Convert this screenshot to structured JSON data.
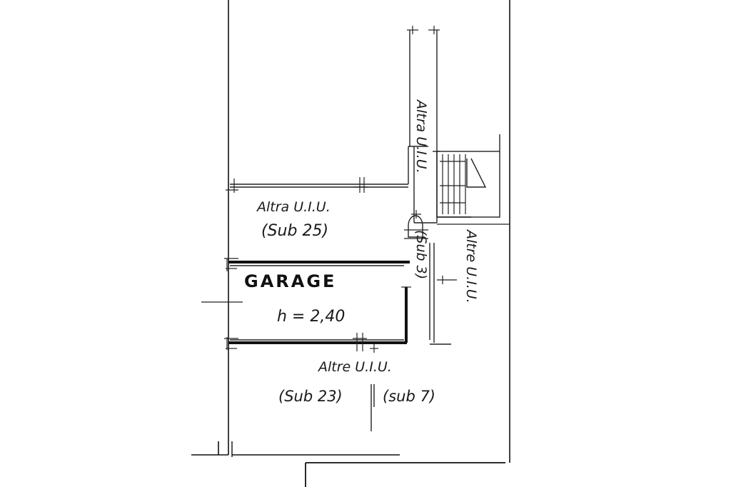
{
  "labels": {
    "top_unit": "Altra U.I.U.",
    "sub25_caption": "Altra U.I.U.",
    "sub25": "(Sub 25)",
    "garage": "GARAGE",
    "height": "h = 2,40",
    "sub3": "(Sub 3)",
    "right_unit": "Altre U.I.U.",
    "bottom_unit": "Altre U.I.U.",
    "sub23": "(Sub 23)",
    "sub7": "(sub 7)"
  }
}
